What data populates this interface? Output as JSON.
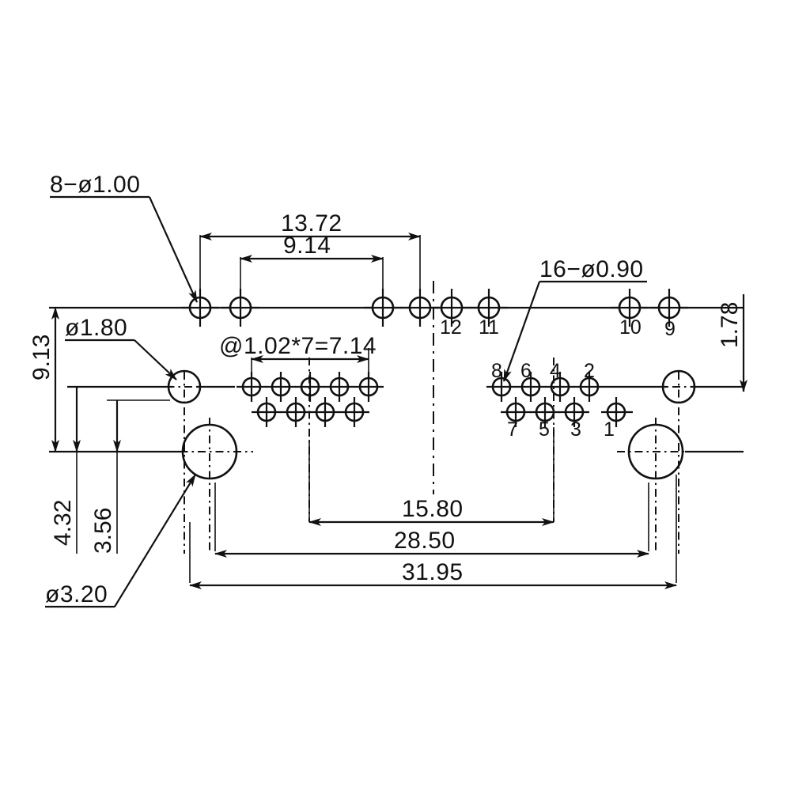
{
  "drawing": {
    "type": "engineering-dimension-drawing",
    "subject": "D-Sub connector PCB footprint / hole pattern",
    "units": "mm",
    "background_color": "#ffffff",
    "line_color": "#111111"
  },
  "callouts": [
    {
      "id": "callout-8-holes",
      "label": "8−ø1.00",
      "target": "top-row-mounting-hole-row"
    },
    {
      "id": "callout-16-holes",
      "label": "16−ø0.90",
      "target": "signal-pin-array"
    },
    {
      "id": "callout-d180",
      "label": "ø1.80",
      "target": "upper-locating-hole"
    },
    {
      "id": "callout-d320",
      "label": "ø3.20",
      "target": "lower-mounting-hole"
    }
  ],
  "dimensions": {
    "horizontal_top": [
      {
        "id": "dim-13-72",
        "value": "13.72"
      },
      {
        "id": "dim-9-14",
        "value": "9.14"
      }
    ],
    "pitch": {
      "id": "dim-pitch",
      "value": "@1.02*7=7.14"
    },
    "horizontal_bottom": [
      {
        "id": "dim-15-80",
        "value": "15.80"
      },
      {
        "id": "dim-28-50",
        "value": "28.50"
      },
      {
        "id": "dim-31-95",
        "value": "31.95"
      }
    ],
    "vertical_left": [
      {
        "id": "dim-9-13",
        "value": "9.13"
      },
      {
        "id": "dim-4-32",
        "value": "4.32"
      },
      {
        "id": "dim-3-56",
        "value": "3.56"
      }
    ],
    "vertical_right": [
      {
        "id": "dim-1-78",
        "value": "1.78"
      }
    ]
  },
  "pin_numbers": {
    "top_band": [
      "12",
      "11",
      "10",
      "9"
    ],
    "array_upper_row": [
      "8",
      "6",
      "4",
      "2"
    ],
    "array_lower_row": [
      "7",
      "5",
      "3",
      "1"
    ]
  },
  "holes": {
    "top_row_count": 8,
    "signal_array_count": 16,
    "locating_hole_diameter": "ø1.80",
    "mounting_hole_diameter": "ø3.20",
    "top_row_diameter": "ø1.00",
    "signal_pin_diameter": "ø0.90"
  }
}
